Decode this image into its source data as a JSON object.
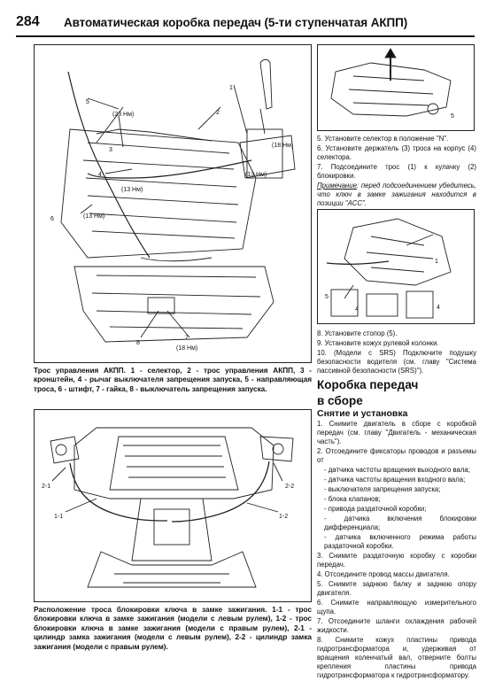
{
  "header": {
    "page_number": "284",
    "title": "Автоматическая коробка передач (5-ти ступенчатая АКПП)"
  },
  "figure1": {
    "labels": {
      "l1": "1",
      "l2": "2",
      "l3": "3",
      "l4": "4",
      "l5": "5",
      "l6": "6",
      "l7": "7",
      "l8": "8",
      "t23": "(23 Нм)",
      "t18a": "(18 Нм)",
      "t13a": "(13 Нм)",
      "t13b": "(13 Нм)",
      "t13c": "(13 Нм)",
      "t18b": "(18 Нм)"
    },
    "caption": "Трос управления АКПП. 1 - селектор, 2 - трос управления АКПП, 3 - кронштейн, 4 - рычаг выключателя запрещения запуска, 5 - направляющая троса, 6 - штифт, 7 - гайка, 8 - выключатель запрещения запуска."
  },
  "figure2": {
    "labels": {
      "a": "1-1",
      "b": "1-2",
      "c": "2-1",
      "d": "2-2"
    },
    "caption": "Расположение троса блокировки ключа в замке зажигания. 1-1 - трос блокировки ключа в замке зажигания (модели с левым рулем), 1-2 - трос блокировки ключа в замке зажигания (модели с правым рулем), 2-1 - цилиндр замка зажигания (модели с левым рулем), 2-2 - цилиндр замка зажигания (модели с правым рулем)."
  },
  "figure3": {
    "labels": {
      "a": "5"
    }
  },
  "figure4": {
    "labels": {
      "a": "1",
      "b": "5",
      "c": "4",
      "d": "4"
    }
  },
  "right": {
    "step5": "5. Установите селектор в положение \"N\".",
    "step6": "6. Установите держатель (3) троса на корпус (4) селектора.",
    "step7": "7. Подсоедините трос (1) к кулачку (2) блокировки.",
    "note_label": "Примечание",
    "note_text": ": перед подсоединением убедитесь, что ключ в замке зажигания находится в позиции \"ACC\".",
    "step8": "8. Установите стопор (5).",
    "step9": "9. Установите кожух рулевой колонки.",
    "step10": "10. (Модели с SRS) Подключите подушку безопасности водителя (см. главу \"Система пассивной безопасности (SRS)\").",
    "section_title_1": "Коробка передач",
    "section_title_2": "в сборе",
    "subsection": "Снятие и установка",
    "r1": "1. Снимите двигатель в сборе с коробкой передач (см. главу \"Двигатель - механическая часть\").",
    "r2": "2. Отсоедините фиксаторы проводов и разъемы от",
    "r2a": "- датчика частоты вращения выходного вала;",
    "r2b": "- датчика частоты вращения входного вала;",
    "r2c": "- выключателя запрещения запуска;",
    "r2d": "- блока клапанов;",
    "r2e": "- привода раздаточной коробки;",
    "r2f": "- датчика включения блокировки дифференциала;",
    "r2g": "- датчика включенного режима работы раздаточной коробки.",
    "r3": "3. Снимите раздаточную коробку с коробки передач.",
    "r4": "4. Отсоедините провод массы двигателя.",
    "r5": "5. Снимите заднюю балку и заднюю опору двигателя.",
    "r6": "6. Снимите направляющую измерительного щупа.",
    "r7": "7. Отсоедините шланги охлаждения рабочей жидкости.",
    "r8": "8. Снимите кожух пластины привода гидротрансформатора и, удерживая от вращения коленчатый вал, отверните болты крепления пластины привода гидротрансформатора к гидротрансформатору."
  }
}
